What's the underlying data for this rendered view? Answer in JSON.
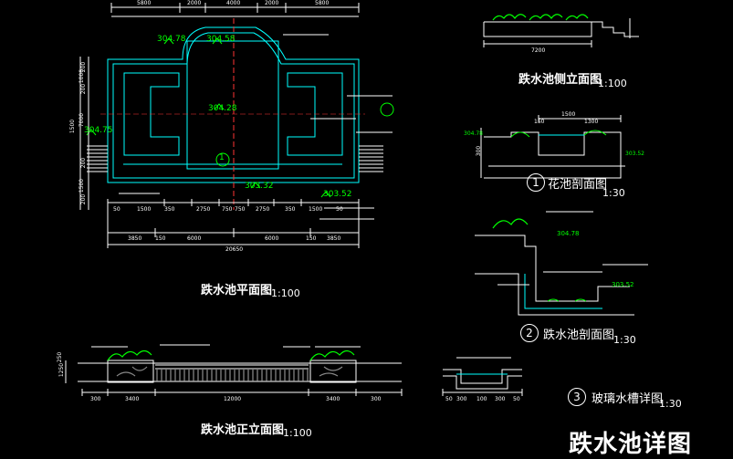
{
  "titles": {
    "plan": "跌水池平面图",
    "plan_scale": "1:100",
    "front": "跌水池正立面图",
    "front_scale": "1:100",
    "side": "跌水池侧立面图",
    "side_scale": "1:100",
    "flower": "花池剖面图",
    "flower_scale": "1:30",
    "flower_num": "1",
    "pool": "跌水池剖面图",
    "pool_scale": "1:30",
    "pool_num": "2",
    "trough": "玻璃水槽详图",
    "trough_scale": "1:30",
    "trough_num": "3",
    "main": "跌水池详图"
  },
  "plan": {
    "top_dims": [
      "5800",
      "2000",
      "4000",
      "2000",
      "5800"
    ],
    "elevations": [
      "304.78",
      "304.58",
      "304.28",
      "304.75",
      "303.32",
      "303.52"
    ],
    "bottom_dims": [
      "50",
      "1500",
      "350",
      "2750",
      "750",
      "750",
      "2750",
      "350",
      "1500",
      "50"
    ],
    "bottom_dims2": [
      "3850",
      "150",
      "6000",
      "6000",
      "150",
      "3850"
    ],
    "total": "20650",
    "left_dims": [
      "200",
      "1000",
      "200",
      "1500",
      "7000",
      "200",
      "1500",
      "200"
    ],
    "axis_label": "1"
  },
  "front": {
    "dims": [
      "300",
      "3400",
      "12000",
      "3400",
      "300"
    ],
    "left_dims": [
      "1250",
      "250"
    ]
  },
  "side": {
    "dims": [
      "7200"
    ]
  },
  "flower": {
    "dims": [
      "1500",
      "150",
      "1300",
      "300"
    ],
    "elevations": [
      "304.78",
      "303.52"
    ]
  },
  "pool": {
    "elevations": [
      "304.78",
      "303.52"
    ]
  },
  "trough": {
    "dims": [
      "50",
      "300",
      "100",
      "300",
      "50"
    ]
  }
}
